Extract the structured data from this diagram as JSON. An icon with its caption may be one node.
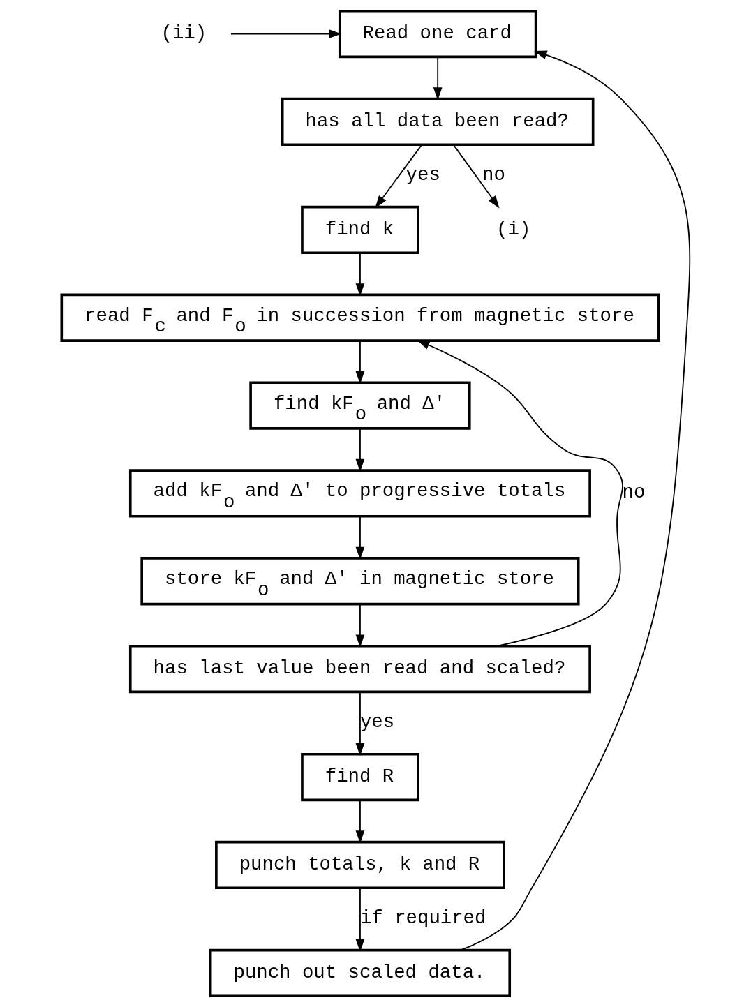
{
  "diagram": {
    "nodes": [
      {
        "text": [
          "Read one card"
        ]
      },
      {
        "text": [
          "has all data been read?"
        ]
      },
      {
        "text": [
          "find k"
        ]
      },
      {
        "text": [
          "read F$_{c}$ and F$_{o}$ in succession from magnetic store"
        ]
      },
      {
        "text": [
          "find kF$_{o}$ and Δ'"
        ]
      },
      {
        "text": [
          "add kF$_{o}$ and Δ' to progressive totals"
        ]
      },
      {
        "text": [
          "store kF$_{o}$ and Δ' in magnetic store"
        ]
      },
      {
        "text": [
          "has last value been read and scaled?"
        ]
      },
      {
        "text": [
          "find R"
        ]
      },
      {
        "text": [
          "punch totals, k and R"
        ]
      },
      {
        "text": [
          "punch out scaled data."
        ]
      },
      {
        "text": [
          "(i)"
        ]
      },
      {
        "text": [
          "(ii)"
        ]
      }
    ],
    "edges": [
      {
        "from": 0,
        "to": 1,
        "arrow": "to"
      },
      {
        "from": 1,
        "to": 2,
        "arrow": "to",
        "label": "yes"
      },
      {
        "from": 1,
        "to": 11,
        "arrow": "to",
        "label": "no"
      },
      {
        "from": 12,
        "to": 0,
        "arrow": "to"
      },
      {
        "from": 2,
        "to": 3,
        "arrow": "to"
      },
      {
        "from": 3,
        "to": 4,
        "arrow": "to"
      },
      {
        "from": 4,
        "to": 5,
        "arrow": "to"
      },
      {
        "from": 5,
        "to": 6,
        "arrow": "to"
      },
      {
        "from": 6,
        "to": 7,
        "arrow": "to"
      },
      {
        "from": 7,
        "to": 3,
        "arrow": "to",
        "label": "no"
      },
      {
        "from": 7,
        "to": 8,
        "arrow": "to",
        "label": "yes"
      },
      {
        "from": 8,
        "to": 9,
        "arrow": "to"
      },
      {
        "from": 9,
        "to": 10,
        "arrow": "to",
        "label": "if required"
      },
      {
        "from": 10,
        "to": 0,
        "arrow": "to"
      }
    ]
  }
}
